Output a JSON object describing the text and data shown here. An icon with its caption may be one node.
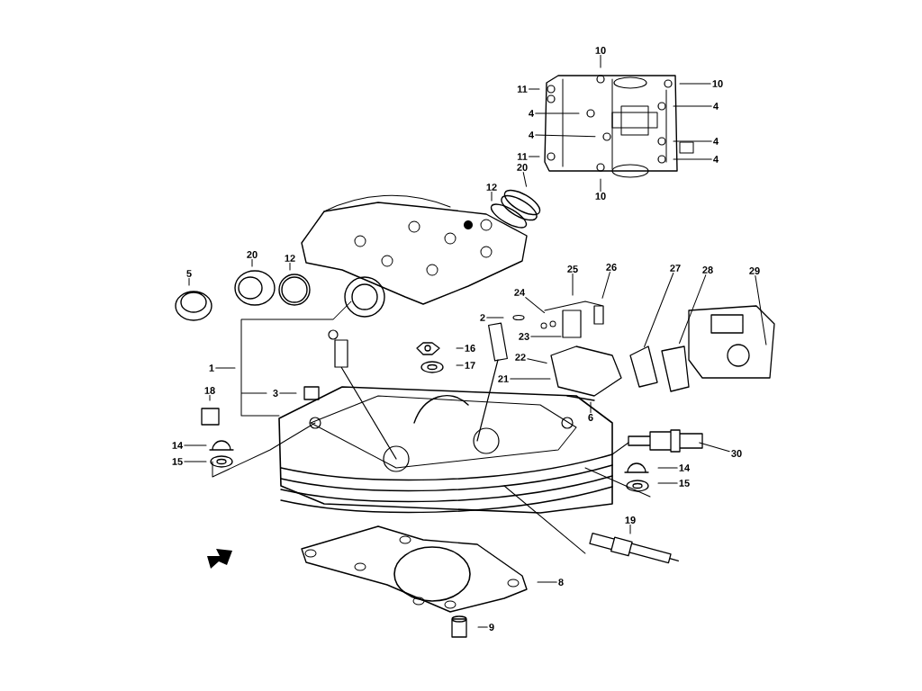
{
  "diagram": {
    "nodes": [
      {
        "text": [
          "10"
        ]
      },
      {
        "text": [
          "11"
        ]
      },
      {
        "text": [
          "4"
        ]
      },
      {
        "text": [
          "4"
        ]
      },
      {
        "text": [
          "11"
        ]
      },
      {
        "text": [
          "10"
        ]
      },
      {
        "text": [
          "10"
        ]
      },
      {
        "text": [
          "4"
        ]
      },
      {
        "text": [
          "4"
        ]
      },
      {
        "text": [
          "4"
        ]
      },
      {
        "text": [
          "20"
        ]
      },
      {
        "text": [
          "12"
        ]
      },
      {
        "text": [
          "5"
        ]
      },
      {
        "text": [
          "20"
        ]
      },
      {
        "text": [
          "12"
        ]
      },
      {
        "text": [
          "25"
        ]
      },
      {
        "text": [
          "26"
        ]
      },
      {
        "text": [
          "27"
        ]
      },
      {
        "text": [
          "28"
        ]
      },
      {
        "text": [
          "29"
        ]
      },
      {
        "text": [
          "24"
        ]
      },
      {
        "text": [
          "2"
        ]
      },
      {
        "text": [
          "16"
        ]
      },
      {
        "text": [
          "23"
        ]
      },
      {
        "text": [
          "1"
        ]
      },
      {
        "text": [
          "17"
        ]
      },
      {
        "text": [
          "22"
        ]
      },
      {
        "text": [
          "21"
        ]
      },
      {
        "text": [
          "18"
        ]
      },
      {
        "text": [
          "3"
        ]
      },
      {
        "text": [
          "6"
        ]
      },
      {
        "text": [
          "14"
        ]
      },
      {
        "text": [
          "30"
        ]
      },
      {
        "text": [
          "15"
        ]
      },
      {
        "text": [
          "14"
        ]
      },
      {
        "text": [
          "15"
        ]
      },
      {
        "text": [
          "19"
        ]
      },
      {
        "text": [
          "8"
        ]
      },
      {
        "text": [
          "9"
        ]
      }
    ],
    "edges": [
      {
        "from": 0,
        "to": null,
        "arrow": "none"
      },
      {
        "from": 1,
        "to": null,
        "arrow": "none"
      },
      {
        "from": 2,
        "to": null,
        "arrow": "none"
      },
      {
        "from": 3,
        "to": null,
        "arrow": "none"
      },
      {
        "from": 4,
        "to": null,
        "arrow": "none"
      },
      {
        "from": 5,
        "to": null,
        "arrow": "none"
      },
      {
        "from": 6,
        "to": null,
        "arrow": "none"
      },
      {
        "from": 7,
        "to": null,
        "arrow": "none"
      },
      {
        "from": 8,
        "to": null,
        "arrow": "none"
      },
      {
        "from": 9,
        "to": null,
        "arrow": "none"
      },
      {
        "from": 10,
        "to": null,
        "arrow": "none"
      },
      {
        "from": 11,
        "to": null,
        "arrow": "none"
      },
      {
        "from": 12,
        "to": null,
        "arrow": "none"
      },
      {
        "from": 13,
        "to": null,
        "arrow": "none"
      },
      {
        "from": 14,
        "to": null,
        "arrow": "none"
      },
      {
        "from": 15,
        "to": null,
        "arrow": "none"
      },
      {
        "from": 16,
        "to": null,
        "arrow": "none"
      },
      {
        "from": 17,
        "to": null,
        "arrow": "none"
      },
      {
        "from": 18,
        "to": null,
        "arrow": "none"
      },
      {
        "from": 19,
        "to": null,
        "arrow": "none"
      },
      {
        "from": 20,
        "to": null,
        "arrow": "none"
      },
      {
        "from": 21,
        "to": null,
        "arrow": "none"
      },
      {
        "from": 22,
        "to": null,
        "arrow": "none"
      },
      {
        "from": 23,
        "to": null,
        "arrow": "none"
      },
      {
        "from": 24,
        "to": null,
        "arrow": "none"
      },
      {
        "from": 25,
        "to": null,
        "arrow": "none"
      },
      {
        "from": 26,
        "to": null,
        "arrow": "none"
      },
      {
        "from": 27,
        "to": null,
        "arrow": "none"
      },
      {
        "from": 28,
        "to": null,
        "arrow": "none"
      },
      {
        "from": 29,
        "to": null,
        "arrow": "none"
      },
      {
        "from": 30,
        "to": null,
        "arrow": "none"
      },
      {
        "from": 31,
        "to": null,
        "arrow": "none"
      },
      {
        "from": 32,
        "to": null,
        "arrow": "none"
      },
      {
        "from": 33,
        "to": null,
        "arrow": "none"
      },
      {
        "from": 34,
        "to": null,
        "arrow": "none"
      },
      {
        "from": 35,
        "to": null,
        "arrow": "none"
      },
      {
        "from": 36,
        "to": null,
        "arrow": "none"
      },
      {
        "from": 37,
        "to": null,
        "arrow": "none"
      },
      {
        "from": 38,
        "to": null,
        "arrow": "none"
      }
    ]
  }
}
